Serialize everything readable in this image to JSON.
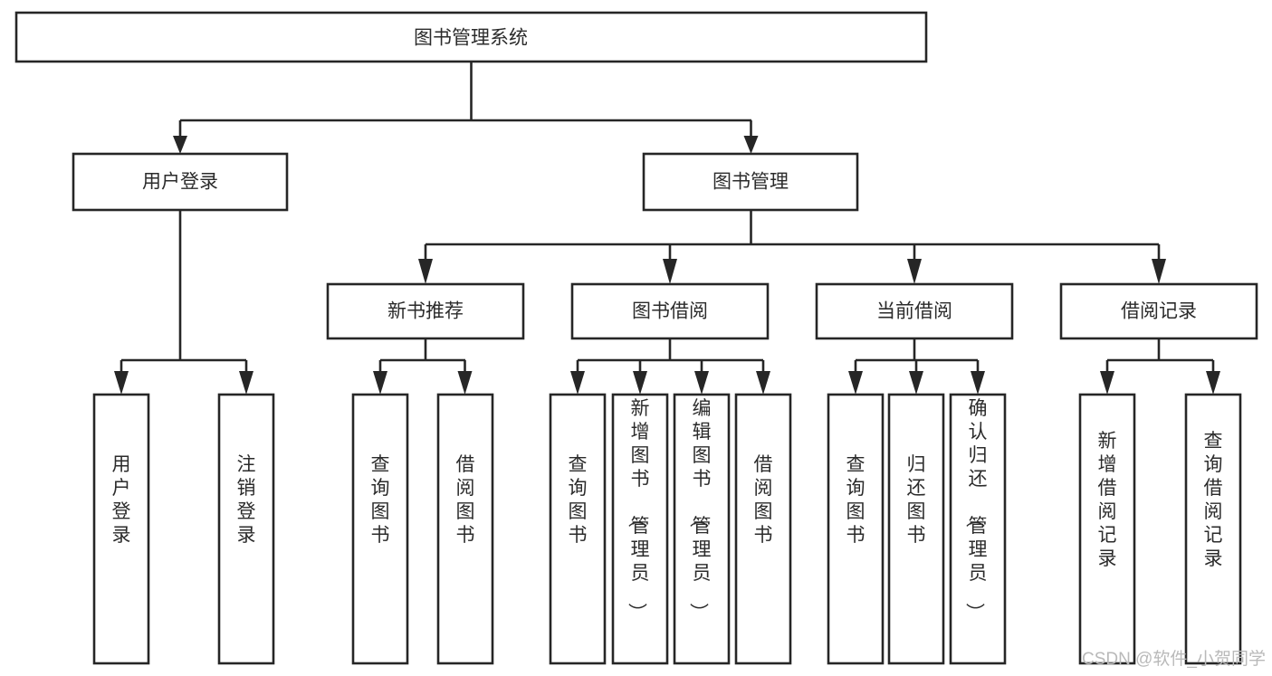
{
  "diagram": {
    "title": "图书管理系统",
    "type": "tree-hierarchy",
    "background_color": "#ffffff",
    "line_color": "#262626",
    "text_color": "#2b2b2b",
    "root": {
      "id": "root",
      "label": "图书管理系统"
    },
    "level1": [
      {
        "id": "user-login",
        "label": "用户登录"
      },
      {
        "id": "book-management",
        "label": "图书管理"
      }
    ],
    "level2": [
      {
        "id": "new-book-recommend",
        "label": "新书推荐",
        "parent": "book-management"
      },
      {
        "id": "book-borrow",
        "label": "图书借阅",
        "parent": "book-management"
      },
      {
        "id": "current-borrow",
        "label": "当前借阅",
        "parent": "book-management"
      },
      {
        "id": "borrow-record",
        "label": "借阅记录",
        "parent": "book-management"
      }
    ],
    "leaves": [
      {
        "id": "leaf-user-login",
        "label": "用户登录",
        "parent": "user-login"
      },
      {
        "id": "leaf-logout",
        "label": "注销登录",
        "parent": "user-login"
      },
      {
        "id": "leaf-query-book-1",
        "label": "查询图书",
        "parent": "new-book-recommend"
      },
      {
        "id": "leaf-borrow-book-1",
        "label": "借阅图书",
        "parent": "new-book-recommend"
      },
      {
        "id": "leaf-query-book-2",
        "label": "查询图书",
        "parent": "book-borrow"
      },
      {
        "id": "leaf-add-book",
        "label": "新增图书（管理员）",
        "parent": "book-borrow"
      },
      {
        "id": "leaf-edit-book",
        "label": "编辑图书（管理员）",
        "parent": "book-borrow"
      },
      {
        "id": "leaf-borrow-book-2",
        "label": "借阅图书",
        "parent": "book-borrow"
      },
      {
        "id": "leaf-query-book-3",
        "label": "查询图书",
        "parent": "current-borrow"
      },
      {
        "id": "leaf-return-book",
        "label": "归还图书",
        "parent": "current-borrow"
      },
      {
        "id": "leaf-confirm-return",
        "label": "确认归还（管理员）",
        "parent": "current-borrow"
      },
      {
        "id": "leaf-add-record",
        "label": "新增借阅记录",
        "parent": "borrow-record"
      },
      {
        "id": "leaf-query-record",
        "label": "查询借阅记录",
        "parent": "borrow-record"
      }
    ]
  },
  "watermark": {
    "text": "CSDN @软件_小贺同学"
  }
}
